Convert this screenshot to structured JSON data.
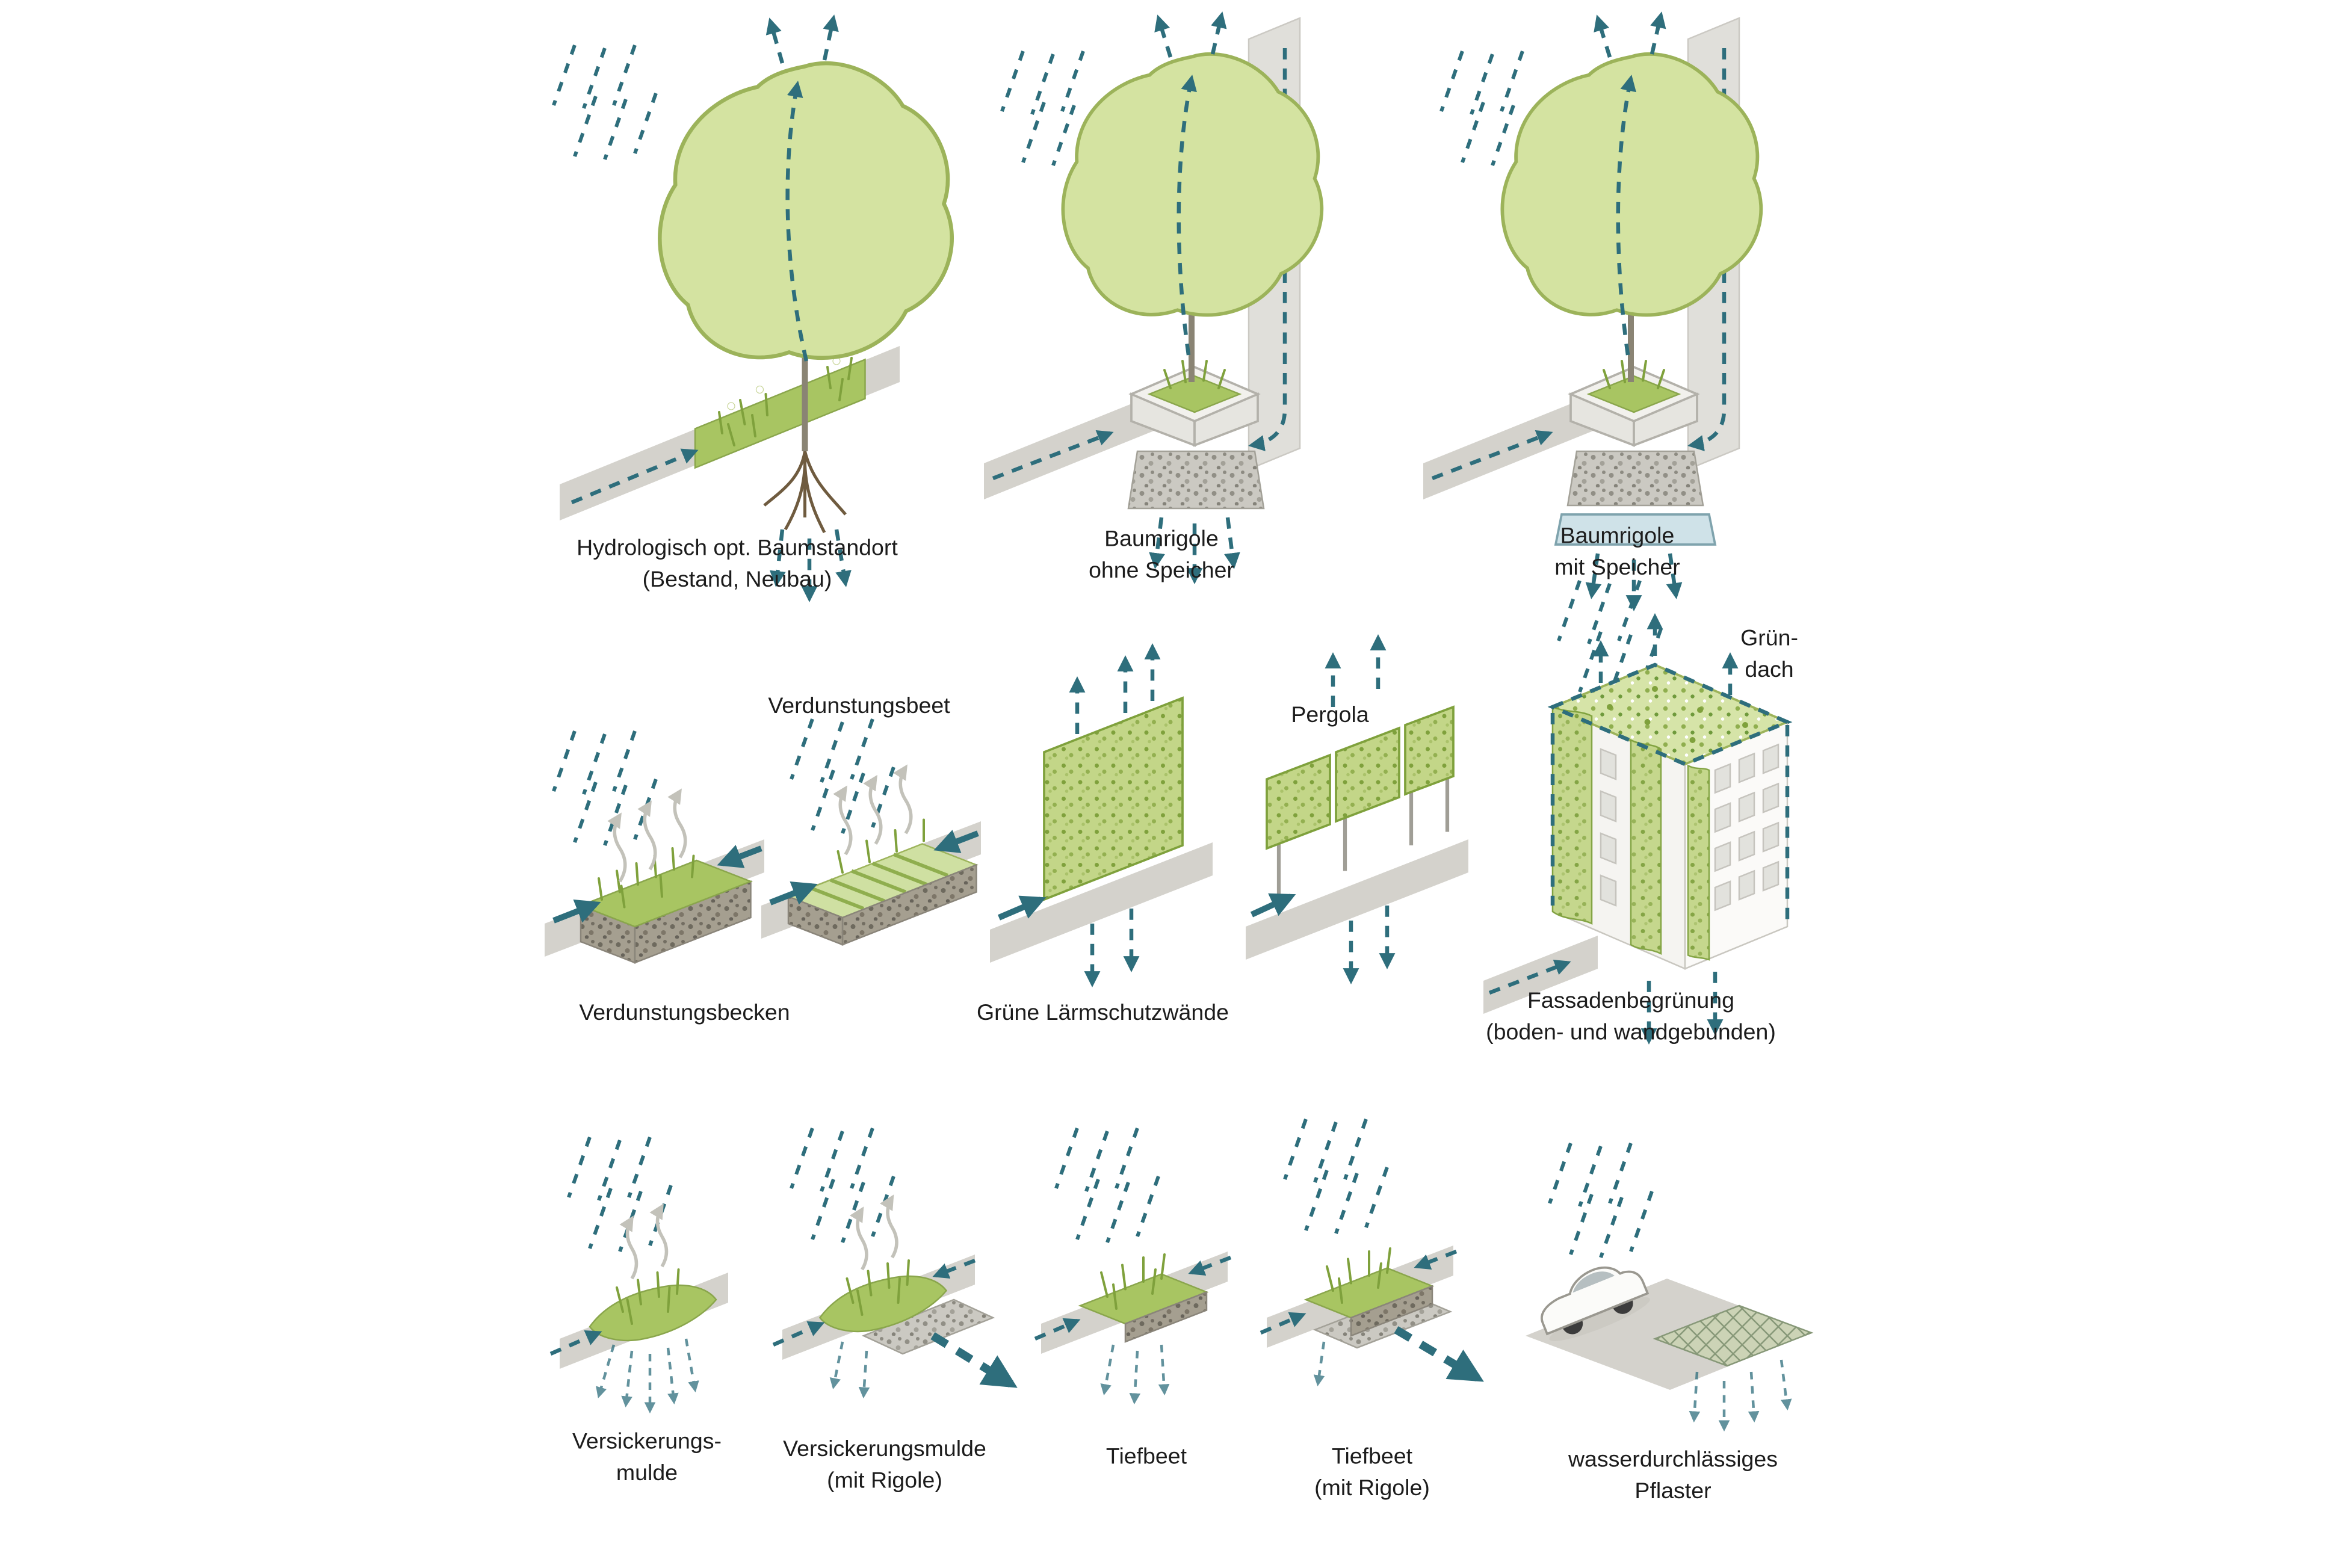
{
  "colors": {
    "background": "#ffffff",
    "foliage": "#d4e3a1",
    "foliage_outline": "#9cb35a",
    "grass_green": "#a8c562",
    "green_dark": "#7fa13c",
    "teal": "#2e6e7c",
    "surface_gray": "#d4d2cc",
    "gravel_gray": "#b3b1aa",
    "storage_blue": "#cfe2e8",
    "steam_gray": "#c3c2ba",
    "text": "#1c1c1c"
  },
  "items": [
    {
      "id": "hydrologisch-baumstandort",
      "line1": "Hydrologisch opt. Baumstandort",
      "line2": "(Bestand, Neubau)"
    },
    {
      "id": "baumrigole-ohne-speicher",
      "line1": "Baumrigole",
      "line2": "ohne Speicher"
    },
    {
      "id": "baumrigole-mit-speicher",
      "line1": "Baumrigole",
      "line2": "mit Speicher"
    },
    {
      "id": "verdunstungsbecken",
      "line1": "Verdunstungsbecken"
    },
    {
      "id": "verdunstungsbeet",
      "line1": "Verdunstungsbeet"
    },
    {
      "id": "gruene-laermschutzwaende",
      "line1": "Grüne Lärmschutzwände"
    },
    {
      "id": "pergola",
      "line1": "Pergola"
    },
    {
      "id": "gruendach",
      "line1": "Grün-",
      "line2": "dach"
    },
    {
      "id": "fassadenbegruenung",
      "line1": "Fassadenbegrünung",
      "line2": "(boden- und wandgebunden)"
    },
    {
      "id": "versickerungsmulde",
      "line1": "Versickerungs-",
      "line2": "mulde"
    },
    {
      "id": "versickerungsmulde-mit-rigole",
      "line1": "Versickerungsmulde",
      "line2": "(mit Rigole)"
    },
    {
      "id": "tiefbeet",
      "line1": "Tiefbeet"
    },
    {
      "id": "tiefbeet-mit-rigole",
      "line1": "Tiefbeet",
      "line2": "(mit Rigole)"
    },
    {
      "id": "wasserdurchlaessiges-pflaster",
      "line1": "wasserdurchlässiges",
      "line2": "Pflaster"
    }
  ]
}
